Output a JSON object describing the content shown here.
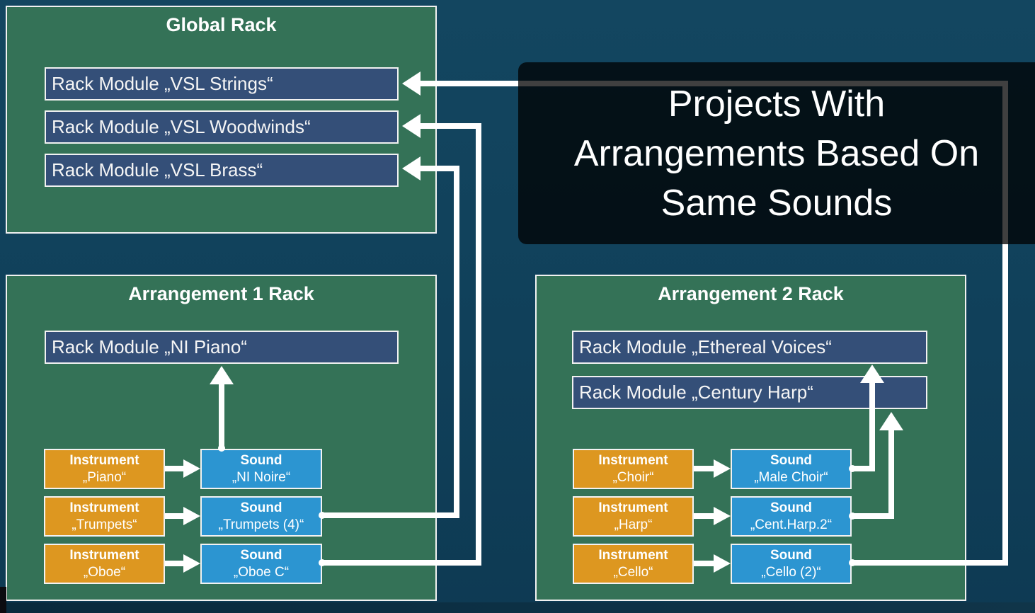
{
  "colors": {
    "background_top": "#134660",
    "background_bottom": "#0e3a53",
    "rack_green": "#347257",
    "module_blue": "#344f78",
    "instrument_orange": "#dd9720",
    "sound_blue": "#2c95d1",
    "connector_white": "#ffffff",
    "border_white": "#f1f1f1",
    "note_overlay_black": "rgba(0,0,0,0.75)",
    "letterbox_navy": "#0a2c3f"
  },
  "global_rack": {
    "title": "Global Rack",
    "modules": [
      {
        "label": "Rack Module „VSL Strings“"
      },
      {
        "label": "Rack Module „VSL Woodwinds“"
      },
      {
        "label": "Rack Module „VSL Brass“"
      }
    ]
  },
  "projects_note": {
    "line1": "Projects With",
    "line2": "Arrangements Based On",
    "line3": "Same Sounds"
  },
  "arrangement1_rack": {
    "title": "Arrangement 1 Rack",
    "modules": [
      {
        "label": "Rack Module „NI Piano“"
      }
    ],
    "rows": [
      {
        "instrument_title": "Instrument",
        "instrument_name": "„Piano“",
        "sound_title": "Sound",
        "sound_name": "„NI Noire“"
      },
      {
        "instrument_title": "Instrument",
        "instrument_name": "„Trumpets“",
        "sound_title": "Sound",
        "sound_name": "„Trumpets (4)“"
      },
      {
        "instrument_title": "Instrument",
        "instrument_name": "„Oboe“",
        "sound_title": "Sound",
        "sound_name": "„Oboe C“"
      }
    ]
  },
  "arrangement2_rack": {
    "title": "Arrangement 2 Rack",
    "modules": [
      {
        "label": "Rack Module „Ethereal Voices“"
      },
      {
        "label": "Rack Module „Century Harp“"
      }
    ],
    "rows": [
      {
        "instrument_title": "Instrument",
        "instrument_name": "„Choir“",
        "sound_title": "Sound",
        "sound_name": "„Male Choir“"
      },
      {
        "instrument_title": "Instrument",
        "instrument_name": "„Harp“",
        "sound_title": "Sound",
        "sound_name": "„Cent.Harp.2“"
      },
      {
        "instrument_title": "Instrument",
        "instrument_name": "„Cello“",
        "sound_title": "Sound",
        "sound_name": "„Cello (2)“"
      }
    ]
  }
}
